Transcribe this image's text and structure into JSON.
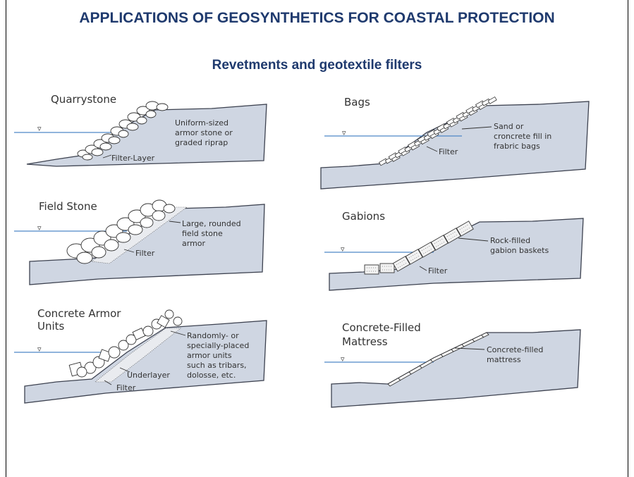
{
  "header": {
    "title": "APPLICATIONS OF GEOSYNTHETICS FOR COASTAL PROTECTION",
    "subtitle": "Revetments and geotextile filters"
  },
  "panels": {
    "quarrystone": {
      "title": "Quarrystone",
      "callout": [
        "Uniform-sized",
        "armor stone or",
        "graded riprap"
      ],
      "filter_label": "Filter-Layer"
    },
    "bags": {
      "title": "Bags",
      "callout": [
        "Sand or",
        "croncrete fill in",
        "frabric bags"
      ],
      "filter_label": "Filter"
    },
    "field_stone": {
      "title": "Field Stone",
      "callout": [
        "Large, rounded",
        "field stone",
        "armor"
      ],
      "filter_label": "Filter"
    },
    "gabions": {
      "title": "Gabions",
      "callout": [
        "Rock-filled",
        "gabion baskets"
      ],
      "filter_label": "Filter"
    },
    "concrete_armor": {
      "title": [
        "Concrete Armor",
        "Units"
      ],
      "callout": [
        "Randomly- or",
        "specially-placed",
        "armor units",
        "such as tribars,",
        "dolosse, etc."
      ],
      "underlayer_label": "Underlayer",
      "filter_label": "Filter"
    },
    "mattress": {
      "title": [
        "Concrete-Filled",
        "Mattress"
      ],
      "callout": [
        "Concrete-filled",
        "mattress"
      ]
    }
  }
}
